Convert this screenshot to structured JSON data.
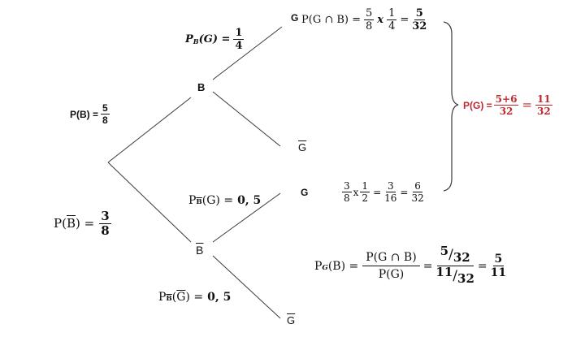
{
  "tree": {
    "node_B": "B",
    "node_Bbar": "B",
    "node_G_top": "G",
    "node_Gbar_top": "G",
    "node_G_mid": "G",
    "node_Gbar_bot": "G"
  },
  "probs": {
    "pB_prefix": "P(B) =",
    "pB_num": "5",
    "pB_den": "8",
    "pBbar_prefix": "P(",
    "pBbar_letter": "B",
    "pBbar_suffix": ") =",
    "pBbar_num": "3",
    "pBbar_den": "8",
    "pBG_P": "P",
    "pBG_sub": "B",
    "pBG_arg": "(G) =",
    "pBG_num": "1",
    "pBG_den": "4",
    "pBbarG_P": "P",
    "pBbarG_sub": "B",
    "pBbarG_arg": "(G) =",
    "pBbarG_val": "0, 5",
    "pBbarGbar_P": "P",
    "pBbarGbar_sub": "B",
    "pBbarGbar_open": "(",
    "pBbarGbar_letter": "G",
    "pBbarGbar_close": ") =",
    "pBbarGbar_val": "0, 5"
  },
  "calc_top": {
    "label": "P(G ∩ B) =",
    "n1": "5",
    "d1": "8",
    "times": "x",
    "n2": "1",
    "d2": "4",
    "eq": "=",
    "n3": "5",
    "d3": "32"
  },
  "calc_mid": {
    "n1": "3",
    "d1": "8",
    "times": "x",
    "n2": "1",
    "d2": "2",
    "eq1": "=",
    "n3": "3",
    "d3": "16",
    "eq2": "=",
    "n4": "6",
    "d4": "32"
  },
  "total": {
    "label": "P(G) =",
    "n1": "5+6",
    "d1": "32",
    "eq": "=",
    "n2": "11",
    "d2": "32"
  },
  "conditional": {
    "P": "P",
    "sub": "G",
    "arg": "(B) =",
    "num": "P(G ∩ B)",
    "den": "P(G)",
    "eq1": "=",
    "top_num": "5",
    "top_den": "32",
    "bot_num": "11",
    "bot_den": "32",
    "eq2": "=",
    "res_num": "5",
    "res_den": "11"
  },
  "colors": {
    "total": "#c0282d",
    "lines": "#3a3a3a"
  }
}
